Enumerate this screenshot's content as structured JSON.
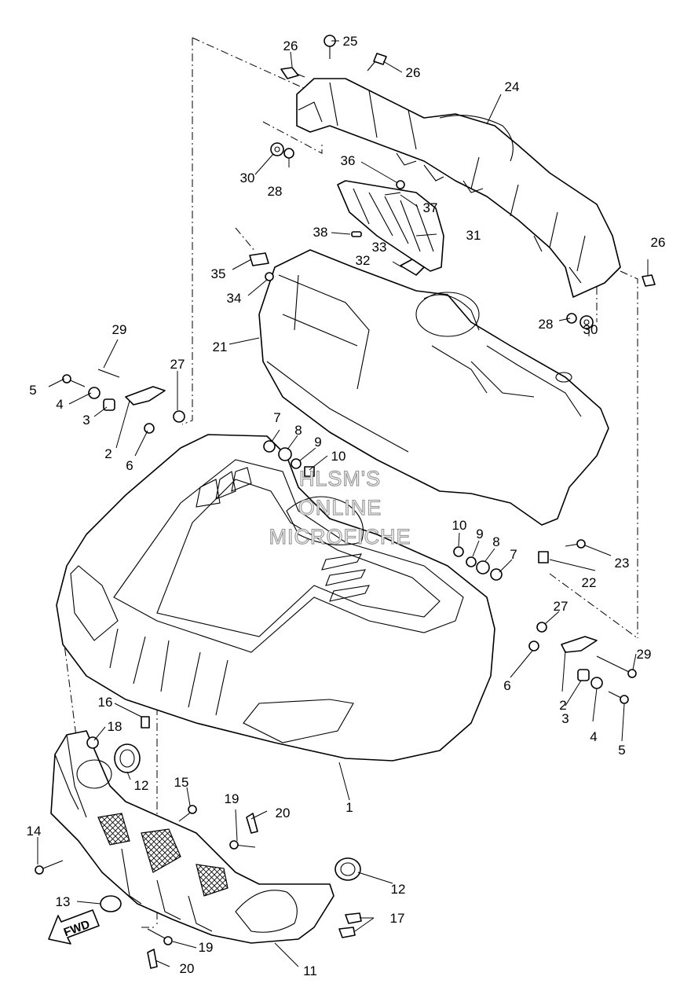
{
  "watermark": {
    "line1": "HLSM'S",
    "line2": "ONLINE",
    "line3": "MICROFICHE"
  },
  "direction_arrow": {
    "label": "FWD",
    "icon": "fwd-arrow-icon"
  },
  "callouts": [
    "26",
    "25",
    "26",
    "24",
    "30",
    "28",
    "36",
    "37",
    "38",
    "31",
    "33",
    "32",
    "35",
    "34",
    "26",
    "28",
    "30",
    "21",
    "29",
    "27",
    "5",
    "4",
    "3",
    "2",
    "6",
    "7",
    "8",
    "9",
    "10",
    "10",
    "9",
    "8",
    "7",
    "23",
    "22",
    "27",
    "29",
    "6",
    "2",
    "3",
    "4",
    "5",
    "16",
    "18",
    "12",
    "1",
    "15",
    "19",
    "20",
    "14",
    "12",
    "13",
    "19",
    "17",
    "20",
    "11"
  ]
}
